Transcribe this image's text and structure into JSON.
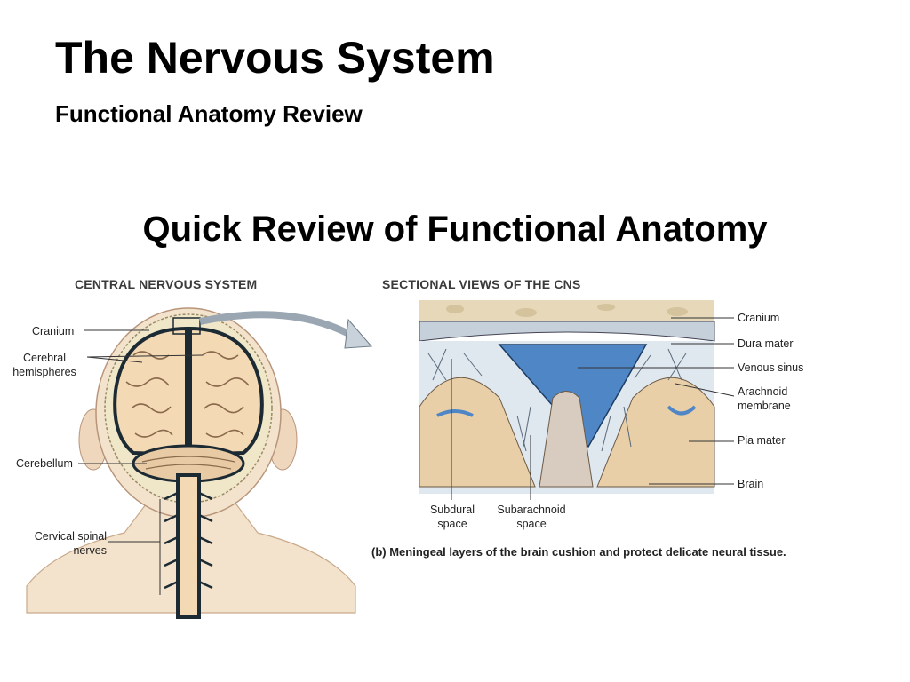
{
  "title": "The Nervous System",
  "subtitle": "Functional Anatomy Review",
  "heading": "Quick Review of Functional Anatomy",
  "left_panel": {
    "caption": "CENTRAL NERVOUS SYSTEM",
    "labels": {
      "cranium": "Cranium",
      "cerebral_1": "Cerebral",
      "cerebral_2": "hemispheres",
      "cerebellum": "Cerebellum",
      "spinal_1": "Cervical spinal",
      "spinal_2": "nerves"
    }
  },
  "right_panel": {
    "caption": "SECTIONAL VIEWS OF THE CNS",
    "labels": {
      "cranium": "Cranium",
      "dura": "Dura mater",
      "venous": "Venous sinus",
      "arachnoid_1": "Arachnoid",
      "arachnoid_2": "membrane",
      "pia": "Pia mater",
      "brain": "Brain",
      "subdural_1": "Subdural",
      "subdural_2": "space",
      "subarachnoid_1": "Subarachnoid",
      "subarachnoid_2": "space"
    },
    "figure_caption": "(b) Meningeal layers of the brain cushion and protect delicate neural tissue."
  },
  "colors": {
    "skin": "#f3e2cc",
    "skull": "#f0e7c9",
    "brain": "#f4d9b5",
    "outline": "#1b2a33",
    "sinus": "#4f86c6",
    "meninges": "#b9c8da"
  }
}
